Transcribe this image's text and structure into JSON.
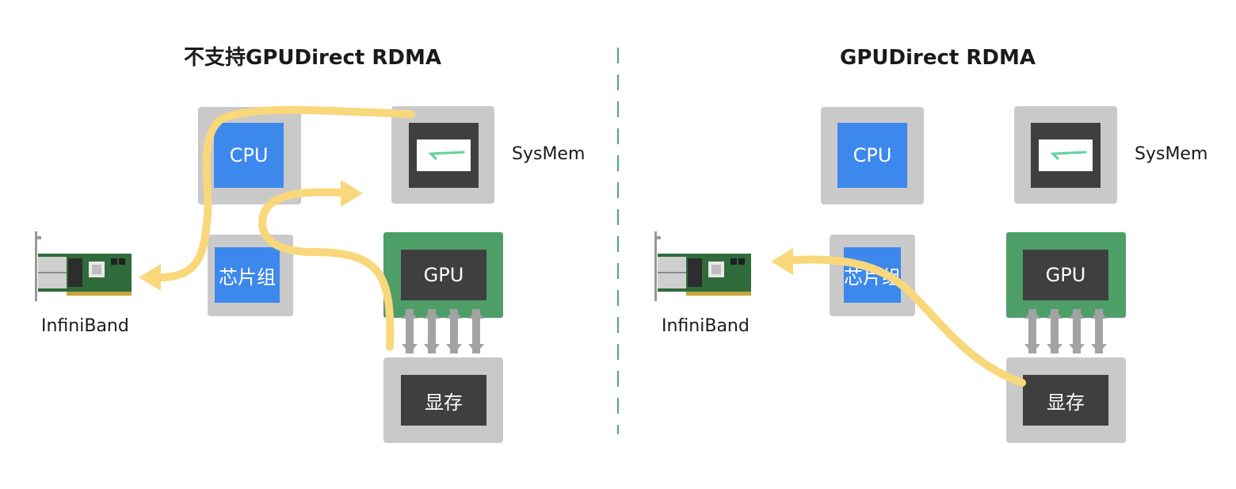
{
  "titles": {
    "left": "不支持GPUDirect RDMA",
    "right": "GPUDirect RDMA"
  },
  "components": {
    "cpu": "CPU",
    "chipset": "芯片组",
    "gpu": "GPU",
    "vram": "显存",
    "sysmem": "SysMem",
    "infiniband": "InfiniBand"
  },
  "colors": {
    "path": "#f9d77b",
    "cpu_blue": "#3d88ec",
    "gpu_green": "#4e9e68",
    "frame_gray": "#c9c9c9",
    "chip_dark": "#3f3f3f",
    "divider": "#4fa979",
    "memory_accent": "#5fd39a"
  }
}
